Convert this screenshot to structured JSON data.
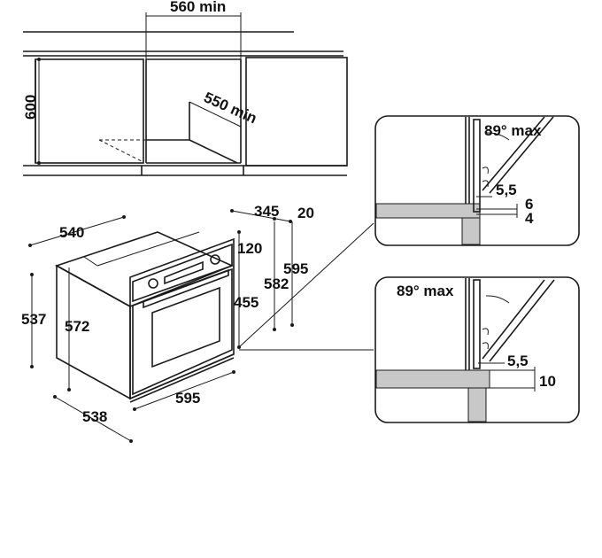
{
  "cabinet": {
    "width_label": "560 min",
    "height_label": "600",
    "depth_label": "550 min"
  },
  "oven": {
    "depth_540": "540",
    "dim_345": "345",
    "dim_20": "20",
    "dim_120": "120",
    "height_595": "595",
    "height_582": "582",
    "height_455": "455",
    "side_537": "537",
    "side_572": "572",
    "width_595": "595",
    "depth_538": "538"
  },
  "detail_top": {
    "angle": "89° max",
    "gap": "5,5",
    "dim_6": "6",
    "dim_4": "4"
  },
  "detail_bottom": {
    "angle": "89° max",
    "gap": "5,5",
    "dim_10": "10"
  },
  "colors": {
    "line": "#1a1a1a",
    "hatch": "#c8c8c8",
    "background": "#ffffff"
  }
}
